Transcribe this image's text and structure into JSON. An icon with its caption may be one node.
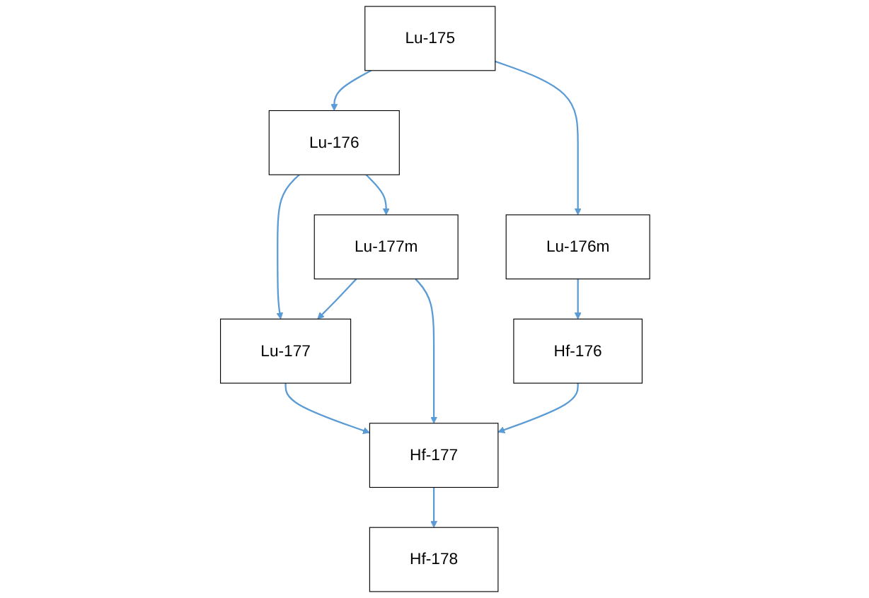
{
  "diagram": {
    "nodes": [
      {
        "text": [
          "Lu-175"
        ]
      },
      {
        "text": [
          "Lu-176"
        ]
      },
      {
        "text": [
          "Lu-177"
        ]
      },
      {
        "text": [
          "Lu-176m"
        ]
      },
      {
        "text": [
          "Lu-177m"
        ]
      },
      {
        "text": [
          "Hf-176"
        ]
      },
      {
        "text": [
          "Hf-177"
        ]
      },
      {
        "text": [
          "Hf-178"
        ]
      }
    ],
    "edges": [
      {
        "from": 0,
        "to": 1,
        "arrow": "to"
      },
      {
        "from": 1,
        "to": 2,
        "arrow": "to"
      },
      {
        "from": 0,
        "to": 3,
        "arrow": "to"
      },
      {
        "from": 1,
        "to": 4,
        "arrow": "to"
      },
      {
        "from": 4,
        "to": 2,
        "arrow": "to"
      },
      {
        "from": 3,
        "to": 5,
        "arrow": "to"
      },
      {
        "from": 4,
        "to": 6,
        "arrow": "to"
      },
      {
        "from": 2,
        "to": 6,
        "arrow": "to"
      },
      {
        "from": 5,
        "to": 6,
        "arrow": "to"
      },
      {
        "from": 6,
        "to": 7,
        "arrow": "to"
      }
    ]
  }
}
